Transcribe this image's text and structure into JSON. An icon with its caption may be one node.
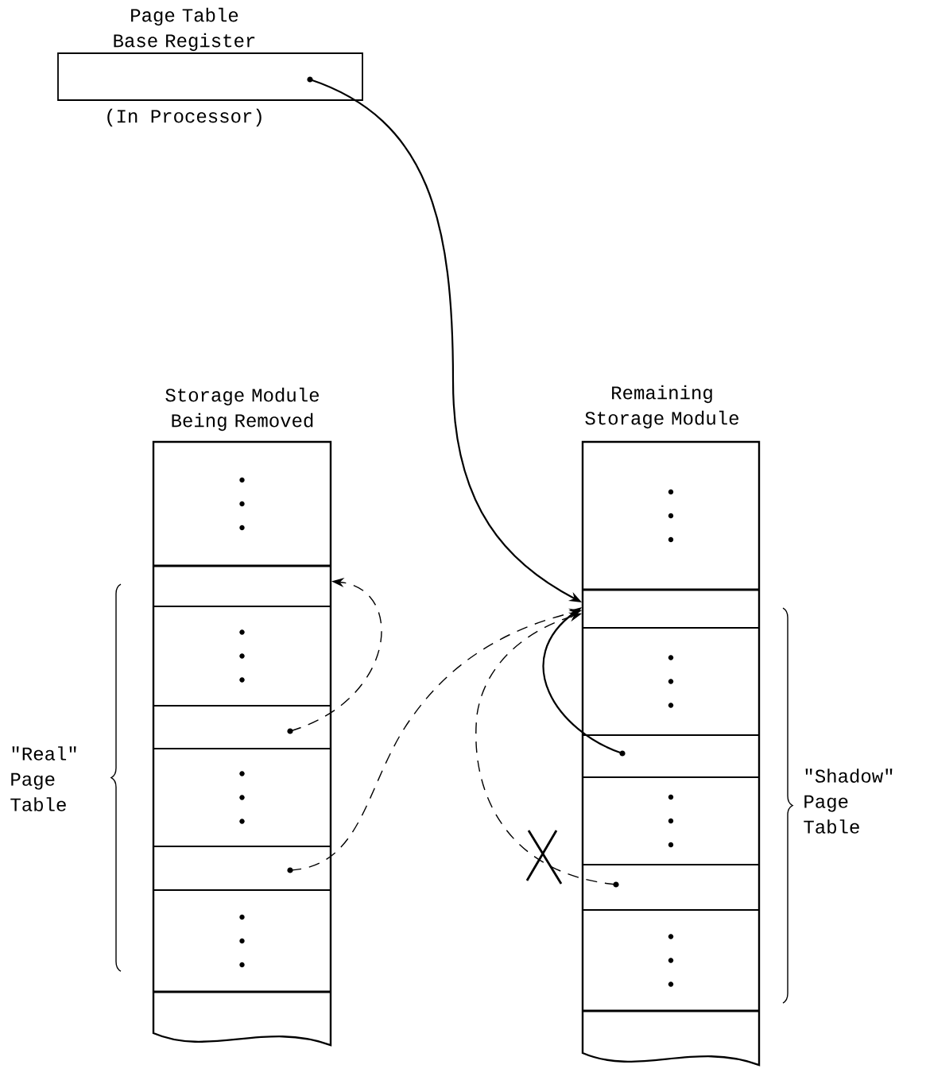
{
  "diagram": {
    "nodes": [
      {
        "text": [
          "Page Table Base Register"
        ],
        "beside": [
          "(In Processor)"
        ]
      },
      {
        "text": [
          "Storage Module Being Removed"
        ]
      },
      {
        "text": [],
        "shape": "box",
        "in": 1
      },
      {
        "text": [],
        "shape": "box",
        "in": 1
      },
      {
        "text": [],
        "shape": "box",
        "in": 1
      },
      {
        "text": [],
        "shape": "box",
        "in": 1
      },
      {
        "text": [],
        "shape": "box",
        "in": 1
      },
      {
        "text": [],
        "shape": "box",
        "in": 1
      },
      {
        "text": [],
        "shape": "box",
        "in": 1
      },
      {
        "text": [
          "Remaining Storage Module"
        ]
      },
      {
        "text": [],
        "shape": "box",
        "in": 9
      },
      {
        "text": [],
        "shape": "box",
        "in": 9
      },
      {
        "text": [],
        "shape": "box",
        "in": 9
      },
      {
        "text": [],
        "shape": "box",
        "in": 9
      },
      {
        "text": [],
        "shape": "box",
        "in": 9
      },
      {
        "text": [],
        "shape": "box",
        "in": 9
      },
      {
        "text": [],
        "shape": "box",
        "in": 9
      }
    ],
    "edges": [
      {
        "from": 0,
        "to": 11,
        "arrow": "to"
      },
      {
        "from": 5,
        "to": 3,
        "arrow": "to",
        "style": "dashed"
      },
      {
        "from": 7,
        "to": 11,
        "arrow": "to",
        "style": "dashed"
      },
      {
        "from": 15,
        "to": 11,
        "arrow": "to",
        "style": "dashed"
      },
      {
        "from": 13,
        "to": 11,
        "arrow": "to"
      }
    ],
    "labels": [
      "\"Real\" Page Table",
      "\"Shadow\" Page Table"
    ]
  }
}
